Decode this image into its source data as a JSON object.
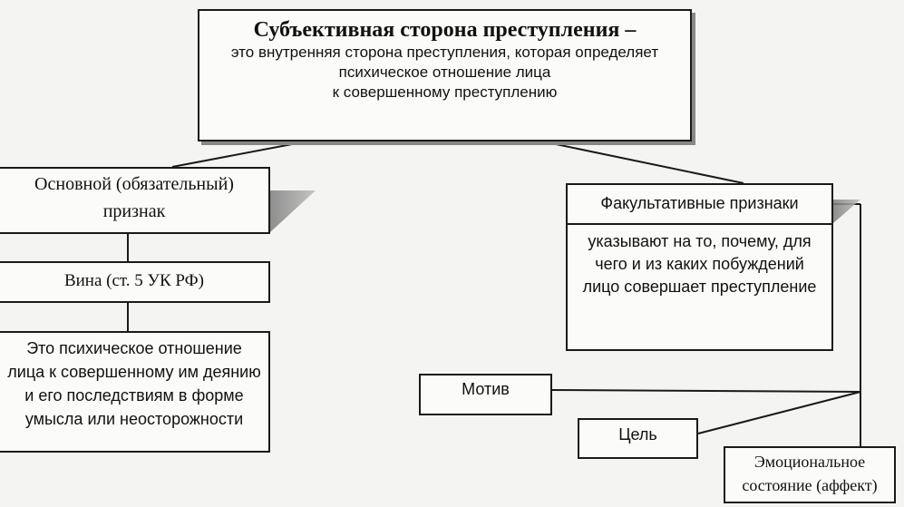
{
  "title": {
    "heading": "Субъективная сторона преступления –",
    "definition_lines": [
      "это внутренняя сторона преступления, которая определяет",
      "психическое отношение лица",
      "к совершенному преступлению"
    ]
  },
  "main_feature": {
    "lines": [
      "Основной (обязательный)",
      "признак"
    ]
  },
  "guilt": {
    "label": "Вина (ст. 5 УК РФ)"
  },
  "guilt_definition": {
    "lines": [
      "Это психическое отношение",
      "лица к совершенному им деянию",
      "и его последствиям в форме",
      "умысла или неосторожности"
    ]
  },
  "optional_features": {
    "label": "Факультативные признаки",
    "description_lines": [
      "указывают на то, почему, для",
      "чего и из каких побуждений",
      "лицо совершает преступление"
    ]
  },
  "motive": {
    "label": "Мотив"
  },
  "goal": {
    "label": "Цель"
  },
  "emotion": {
    "lines": [
      "Эмоциональное",
      "состояние (аффект)"
    ]
  }
}
